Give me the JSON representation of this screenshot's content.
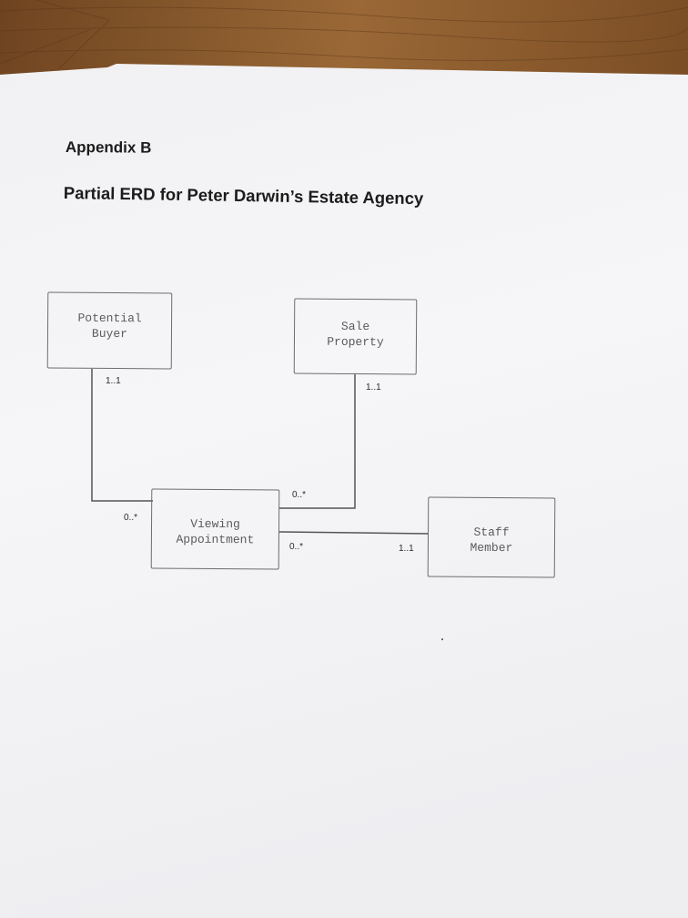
{
  "document": {
    "heading": "Appendix B",
    "title": "Partial ERD for Peter Darwin’s Estate Agency"
  },
  "entities": {
    "potential_buyer": "Potential\nBuyer",
    "sale_property": "Sale\nProperty",
    "viewing_appointment": "Viewing\nAppointment",
    "staff_member": "Staff\nMember"
  },
  "relationships": {
    "buyer_viewing": {
      "buyer_end": "1..1",
      "viewing_end": "0..*"
    },
    "sale_viewing": {
      "sale_end": "1..1",
      "viewing_end": "0..*"
    },
    "staff_viewing": {
      "viewing_end": "0..*",
      "staff_end": "1..1"
    }
  },
  "colors": {
    "table": "#8a5a2e",
    "paper": "#f4f4f6",
    "line": "#555555",
    "box_border": "#6d6d6d",
    "text": "#1c1c1c"
  }
}
